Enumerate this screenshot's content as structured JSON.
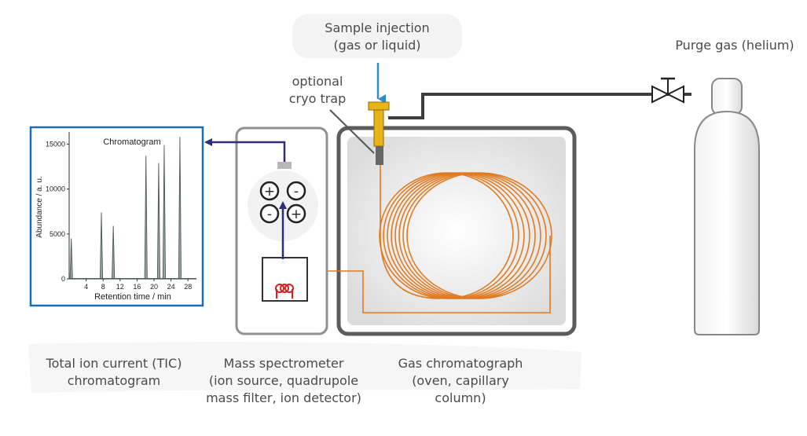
{
  "labels": {
    "sample_injection_line1": "Sample injection",
    "sample_injection_line2": "(gas or liquid)",
    "purge_gas": "Purge gas (helium)",
    "cryo_line1": "optional",
    "cryo_line2": "cryo trap",
    "tic_line1": "Total ion current (TIC)",
    "tic_line2": "chromatogram",
    "ms_line1": "Mass spectrometer",
    "ms_line2": "(ion source, quadrupole",
    "ms_line3": "mass filter, ion detector)",
    "gc_line1": "Gas chromatograph",
    "gc_line2": "(oven, capillary",
    "gc_line3": "column)"
  },
  "quadrupole": {
    "signs": [
      "+",
      "-",
      "-",
      "+"
    ]
  },
  "chart_data": {
    "type": "line",
    "title": "Chromatogram",
    "xlabel": "Retention time / min",
    "ylabel": "Abundance / a. u.",
    "xlim": [
      0,
      30
    ],
    "ylim": [
      0,
      16000
    ],
    "x_ticks": [
      4,
      8,
      12,
      16,
      20,
      24,
      28
    ],
    "y_ticks": [
      0,
      5000,
      10000,
      15000
    ],
    "peaks": [
      {
        "x": 0.5,
        "y": 4500
      },
      {
        "x": 7.6,
        "y": 7400
      },
      {
        "x": 10.4,
        "y": 5900
      },
      {
        "x": 18.1,
        "y": 13700
      },
      {
        "x": 21.1,
        "y": 12900
      },
      {
        "x": 22.4,
        "y": 14900
      },
      {
        "x": 26.1,
        "y": 15800
      }
    ]
  },
  "colors": {
    "column": "#e07b22",
    "arrow_blue": "#2a8fc8",
    "arrow_navy": "#2e2e7a",
    "chart_border": "#1b6fb0",
    "injector": "#e8b418",
    "frame": "#5c5c5c",
    "coil": "#d92020"
  }
}
